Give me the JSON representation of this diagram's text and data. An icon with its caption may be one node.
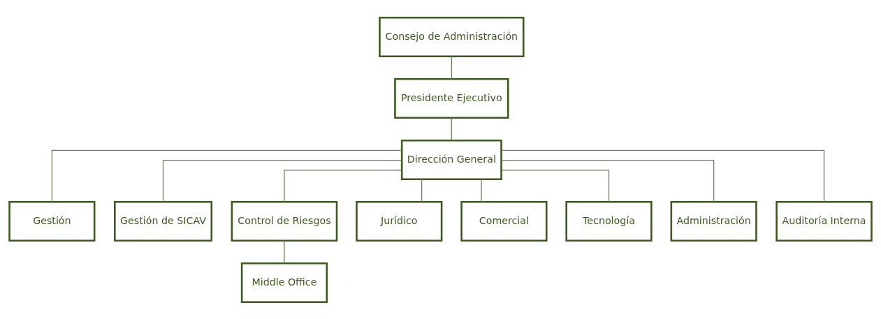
{
  "diagram": {
    "nodes": [
      {
        "text": [
          "Consejo de Administración"
        ]
      },
      {
        "text": [
          "Presidente Ejecutivo"
        ]
      },
      {
        "text": [
          "Dirección General"
        ]
      },
      {
        "text": [
          "Gestión"
        ]
      },
      {
        "text": [
          "Gestión de SICAV"
        ]
      },
      {
        "text": [
          "Control de Riesgos"
        ]
      },
      {
        "text": [
          "Jurídico"
        ]
      },
      {
        "text": [
          "Comercial"
        ]
      },
      {
        "text": [
          "Tecnología"
        ]
      },
      {
        "text": [
          "Administración"
        ]
      },
      {
        "text": [
          "Auditoría Interna"
        ]
      },
      {
        "text": [
          "Middle Office"
        ]
      }
    ],
    "edges": [
      {
        "from": 0,
        "to": 1,
        "arrow": "none"
      },
      {
        "from": 1,
        "to": 2,
        "arrow": "none"
      },
      {
        "from": 2,
        "to": 3,
        "arrow": "none"
      },
      {
        "from": 2,
        "to": 4,
        "arrow": "none"
      },
      {
        "from": 2,
        "to": 5,
        "arrow": "none"
      },
      {
        "from": 2,
        "to": 6,
        "arrow": "none"
      },
      {
        "from": 2,
        "to": 7,
        "arrow": "none"
      },
      {
        "from": 2,
        "to": 8,
        "arrow": "none"
      },
      {
        "from": 2,
        "to": 9,
        "arrow": "none"
      },
      {
        "from": 2,
        "to": 10,
        "arrow": "none"
      },
      {
        "from": 5,
        "to": 11,
        "arrow": "none"
      }
    ]
  }
}
